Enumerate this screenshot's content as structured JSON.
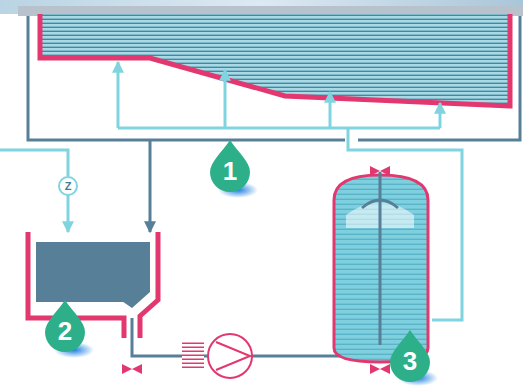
{
  "diagram": {
    "labels": [
      "1",
      "2",
      "3",
      "Z"
    ]
  }
}
